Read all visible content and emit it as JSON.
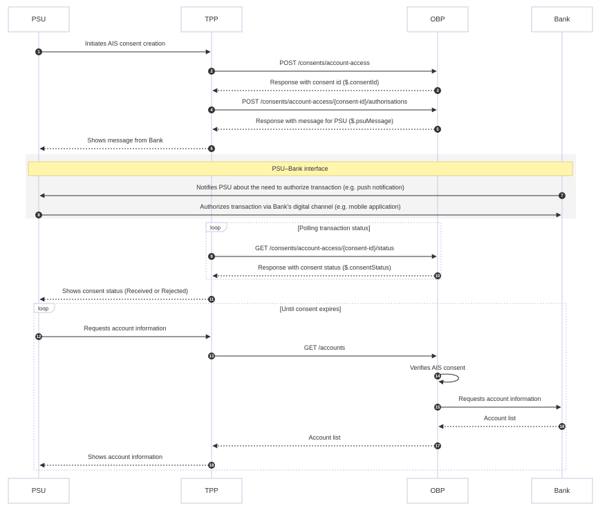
{
  "diagram": {
    "actors": [
      {
        "id": "psu",
        "label": "PSU"
      },
      {
        "id": "tpp",
        "label": "TPP"
      },
      {
        "id": "obp",
        "label": "OBP"
      },
      {
        "id": "bank",
        "label": "Bank"
      }
    ],
    "messages": [
      {
        "n": "1",
        "from": "psu",
        "to": "tpp",
        "style": "solid",
        "text": "Initiates AIS consent creation"
      },
      {
        "n": "2",
        "from": "tpp",
        "to": "obp",
        "style": "solid",
        "text": "POST /consents/account-access"
      },
      {
        "n": "3",
        "from": "obp",
        "to": "tpp",
        "style": "dashed",
        "text": "Response with consent id ($.consentId)"
      },
      {
        "n": "4",
        "from": "tpp",
        "to": "obp",
        "style": "solid",
        "text": "POST /consents/account-access/{consent-id}/authorisations"
      },
      {
        "n": "5",
        "from": "obp",
        "to": "tpp",
        "style": "dashed",
        "text": "Response with message for PSU ($.psuMessage)"
      },
      {
        "n": "6",
        "from": "tpp",
        "to": "psu",
        "style": "dashed",
        "text": "Shows message from Bank"
      },
      {
        "n": "7",
        "from": "bank",
        "to": "psu",
        "style": "solid",
        "text": "Notifies PSU about the need to authorize transaction (e.g. push notification)"
      },
      {
        "n": "8",
        "from": "psu",
        "to": "bank",
        "style": "solid",
        "text": "Authorizes transaction via Bank's digital channel (e.g. mobile application)"
      },
      {
        "n": "9",
        "from": "tpp",
        "to": "obp",
        "style": "solid",
        "text": "GET /consents/account-access/{consent-id}/status"
      },
      {
        "n": "10",
        "from": "obp",
        "to": "tpp",
        "style": "dashed",
        "text": "Response with consent status ($.consentStatus)"
      },
      {
        "n": "11",
        "from": "tpp",
        "to": "psu",
        "style": "dashed",
        "text": "Shows consent status (Received or Rejected)"
      },
      {
        "n": "12",
        "from": "psu",
        "to": "tpp",
        "style": "solid",
        "text": "Requests account information"
      },
      {
        "n": "13",
        "from": "tpp",
        "to": "obp",
        "style": "solid",
        "text": "GET /accounts"
      },
      {
        "n": "14",
        "from": "obp",
        "to": "obp",
        "style": "solid",
        "text": "Verifies AIS consent"
      },
      {
        "n": "15",
        "from": "obp",
        "to": "bank",
        "style": "solid",
        "text": "Requests account information"
      },
      {
        "n": "16",
        "from": "bank",
        "to": "obp",
        "style": "dashed",
        "text": "Account list"
      },
      {
        "n": "17",
        "from": "obp",
        "to": "tpp",
        "style": "dashed",
        "text": "Account list"
      },
      {
        "n": "18",
        "from": "tpp",
        "to": "psu",
        "style": "dashed",
        "text": "Shows account information"
      }
    ],
    "note": {
      "text": "PSU–Bank interface"
    },
    "loops": [
      {
        "label": "loop",
        "condition": "[Polling transaction status]"
      },
      {
        "label": "loop",
        "condition": "[Until consent expires]"
      }
    ],
    "colors": {
      "note_fill": "#fff5ad",
      "highlight_rect": "#f4f4f4",
      "lifeline": "#c9c9e8",
      "arrow": "#333333"
    }
  }
}
